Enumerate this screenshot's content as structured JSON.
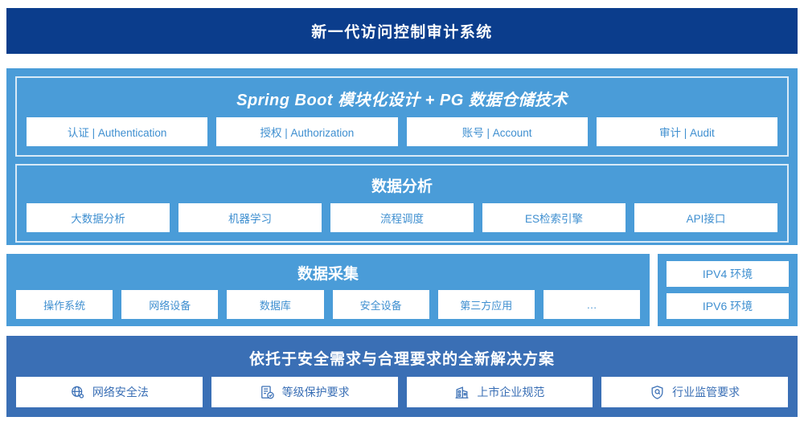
{
  "header": {
    "title": "新一代访问控制审计系统"
  },
  "colors": {
    "header_navy": "#0b3d8c",
    "panel_light_blue": "#4a9cd8",
    "panel_mid_blue": "#3a6fb5",
    "chip_white": "#ffffff",
    "chip_text_blue": "#3f8fd0"
  },
  "platform_section": {
    "title": "Spring Boot 模块化设计 + PG 数据仓储技术",
    "items": [
      {
        "label": "认证 | Authentication"
      },
      {
        "label": "授权 | Authorization"
      },
      {
        "label": "账号 | Account"
      },
      {
        "label": "审计 | Audit"
      }
    ]
  },
  "analysis_section": {
    "title": "数据分析",
    "items": [
      {
        "label": "大数据分析"
      },
      {
        "label": "机器学习"
      },
      {
        "label": "流程调度"
      },
      {
        "label": "ES检索引擎"
      },
      {
        "label": "API接口"
      }
    ]
  },
  "collection_section": {
    "title": "数据采集",
    "items": [
      {
        "label": "操作系统"
      },
      {
        "label": "网络设备"
      },
      {
        "label": "数据库"
      },
      {
        "label": "安全设备"
      },
      {
        "label": "第三方应用"
      },
      {
        "label": "…"
      }
    ]
  },
  "environment_section": {
    "items": [
      {
        "label": "IPV4 环境"
      },
      {
        "label": "IPV6 环境"
      }
    ]
  },
  "solution_section": {
    "title": "依托于安全需求与合理要求的全新解决方案",
    "items": [
      {
        "label": "网络安全法",
        "icon": "globe-icon"
      },
      {
        "label": "等级保护要求",
        "icon": "document-check-icon"
      },
      {
        "label": "上市企业规范",
        "icon": "building-icon"
      },
      {
        "label": "行业监管要求",
        "icon": "shield-search-icon"
      }
    ]
  }
}
